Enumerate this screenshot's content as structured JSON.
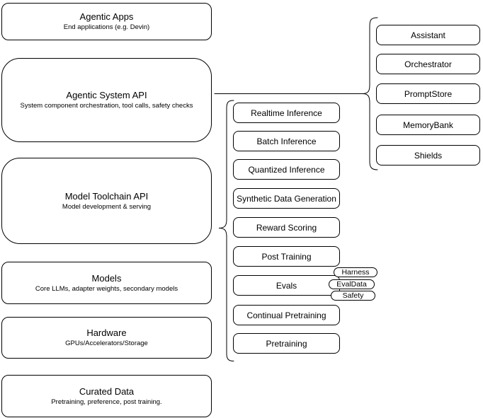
{
  "diagram": {
    "colors": {
      "background": "#ffffff",
      "node_fill": "#ffffff",
      "stroke": "#000000",
      "text": "#000000"
    },
    "left_column": [
      {
        "title": "Agentic Apps",
        "subtitle": "End applications (e.g. Devin)"
      },
      {
        "title": "Agentic System API",
        "subtitle": "System component orchestration, tool calls, safety checks"
      },
      {
        "title": "Model Toolchain API",
        "subtitle": "Model development & serving"
      },
      {
        "title": "Models",
        "subtitle": "Core LLMs, adapter weights, secondary models"
      },
      {
        "title": "Hardware",
        "subtitle": "GPUs/Accelerators/Storage"
      },
      {
        "title": "Curated Data",
        "subtitle": "Pretraining, preference, post training."
      }
    ],
    "middle_column": [
      "Realtime Inference",
      "Batch Inference",
      "Quantized Inference",
      "Synthetic Data Generation",
      "Reward Scoring",
      "Post Training",
      "Evals",
      "Continual Pretraining",
      "Pretraining"
    ],
    "evals_tags": [
      "Harness",
      "EvalData",
      "Safety"
    ],
    "right_column": [
      "Assistant",
      "Orchestrator",
      "PromptStore",
      "MemoryBank",
      "Shields"
    ]
  }
}
